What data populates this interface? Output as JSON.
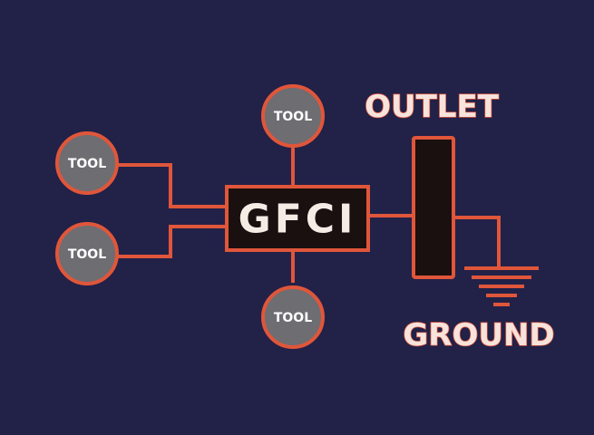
{
  "diagram": {
    "center_label": "GFCI",
    "tools": [
      {
        "label": "TOOL"
      },
      {
        "label": "TOOL"
      },
      {
        "label": "TOOL"
      },
      {
        "label": "TOOL"
      }
    ],
    "outlet_label": "OUTLET",
    "ground_label": "GROUND"
  },
  "colors": {
    "background": "#222148",
    "accent": "#e0563a",
    "node_fill": "#6e6d72",
    "box_fill": "#1a1010",
    "text": "#f6ece6"
  }
}
